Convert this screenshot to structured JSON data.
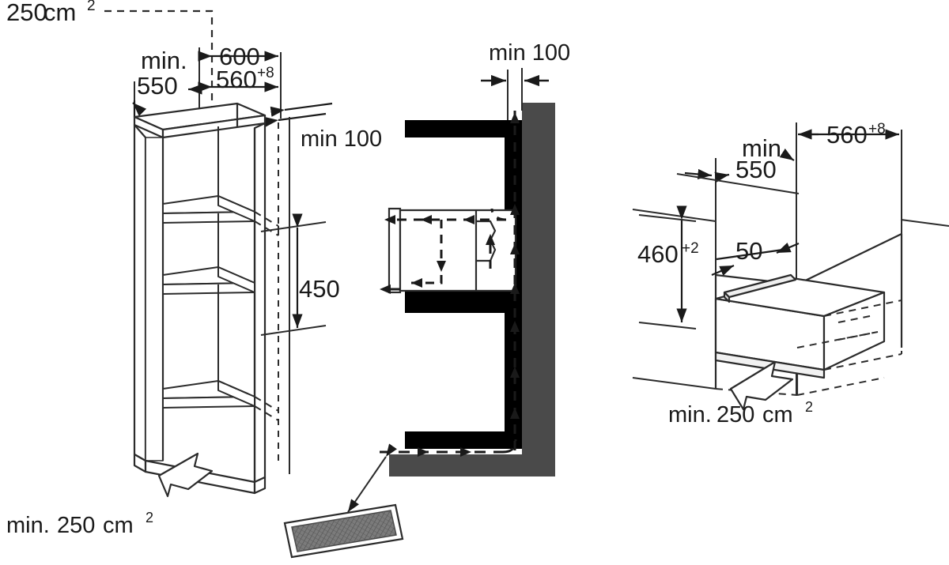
{
  "document": {
    "title": "Built-in appliance installation dimensions diagram",
    "units": "mm (dimensions), cm² (ventilation areas)"
  },
  "colors": {
    "line": "#2b2b2b",
    "solid_fill": "#000000",
    "wall_fill": "#4a4a4a",
    "grille_fill": "#6e6e6e",
    "background": "#ffffff",
    "text": "#1a1a1a"
  },
  "panels": {
    "left": {
      "name": "tall-cabinet-isometric",
      "labels": {
        "top_vent_area": "250 cm²",
        "top_vent_area_value": "250",
        "top_vent_area_unit": "cm²",
        "min_label": "min.",
        "depth_min": "550",
        "niche_outer_width": "600",
        "niche_width": "560",
        "niche_width_tolerance": "+8",
        "rear_gap": "min 100",
        "appliance_height": "450",
        "bottom_vent_area": "min. 250 cm²",
        "bottom_vent_prefix": "min.",
        "bottom_vent_value": "250",
        "bottom_vent_unit": "cm²"
      }
    },
    "middle": {
      "name": "wall-section-airflow",
      "labels": {
        "rear_gap": "min 100"
      },
      "parts": {
        "wall": "wall",
        "upper_carcass": "upper-cabinet-section",
        "appliance": "appliance-body",
        "lower_carcass": "lower-cabinet-section",
        "grille": "ventilation-grille"
      },
      "airflow": {
        "intake_direction": "right-to-left along base into cabinet",
        "exhaust_direction": "upward along rear wall gap"
      }
    },
    "right": {
      "name": "warming-drawer-isometric",
      "labels": {
        "min_label": "min.",
        "depth_min": "550",
        "niche_width": "560",
        "niche_width_tolerance": "+8",
        "niche_height": "460",
        "niche_height_tolerance": "+2",
        "front_gap": "50",
        "bottom_vent_area": "min. 250 cm²",
        "bottom_vent_prefix": "min.",
        "bottom_vent_value": "250",
        "bottom_vent_unit": "cm²"
      }
    }
  },
  "dimensions_list": [
    {
      "id": "left-top-vent",
      "text": "250 cm²"
    },
    {
      "id": "left-depth",
      "text": "min. 550"
    },
    {
      "id": "left-outer",
      "text": "600"
    },
    {
      "id": "left-niche",
      "text": "560+8"
    },
    {
      "id": "left-rear-gap",
      "text": "min 100"
    },
    {
      "id": "left-height",
      "text": "450"
    },
    {
      "id": "left-bot-vent",
      "text": "min. 250 cm²"
    },
    {
      "id": "mid-rear-gap",
      "text": "min 100"
    },
    {
      "id": "right-depth",
      "text": "min. 550"
    },
    {
      "id": "right-niche",
      "text": "560+8"
    },
    {
      "id": "right-height",
      "text": "460+2"
    },
    {
      "id": "right-front-gap",
      "text": "50"
    },
    {
      "id": "right-bot-vent",
      "text": "min. 250 cm²"
    }
  ]
}
